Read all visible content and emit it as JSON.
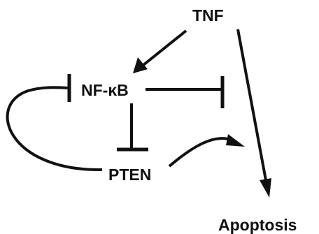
{
  "nodes": {
    "tnf": "TNF",
    "nfkb": "NF-κB",
    "pten": "PTEN",
    "apoptosis": "Apoptosis"
  },
  "colors": {
    "ink": "#111111",
    "background": "#ffffff"
  }
}
